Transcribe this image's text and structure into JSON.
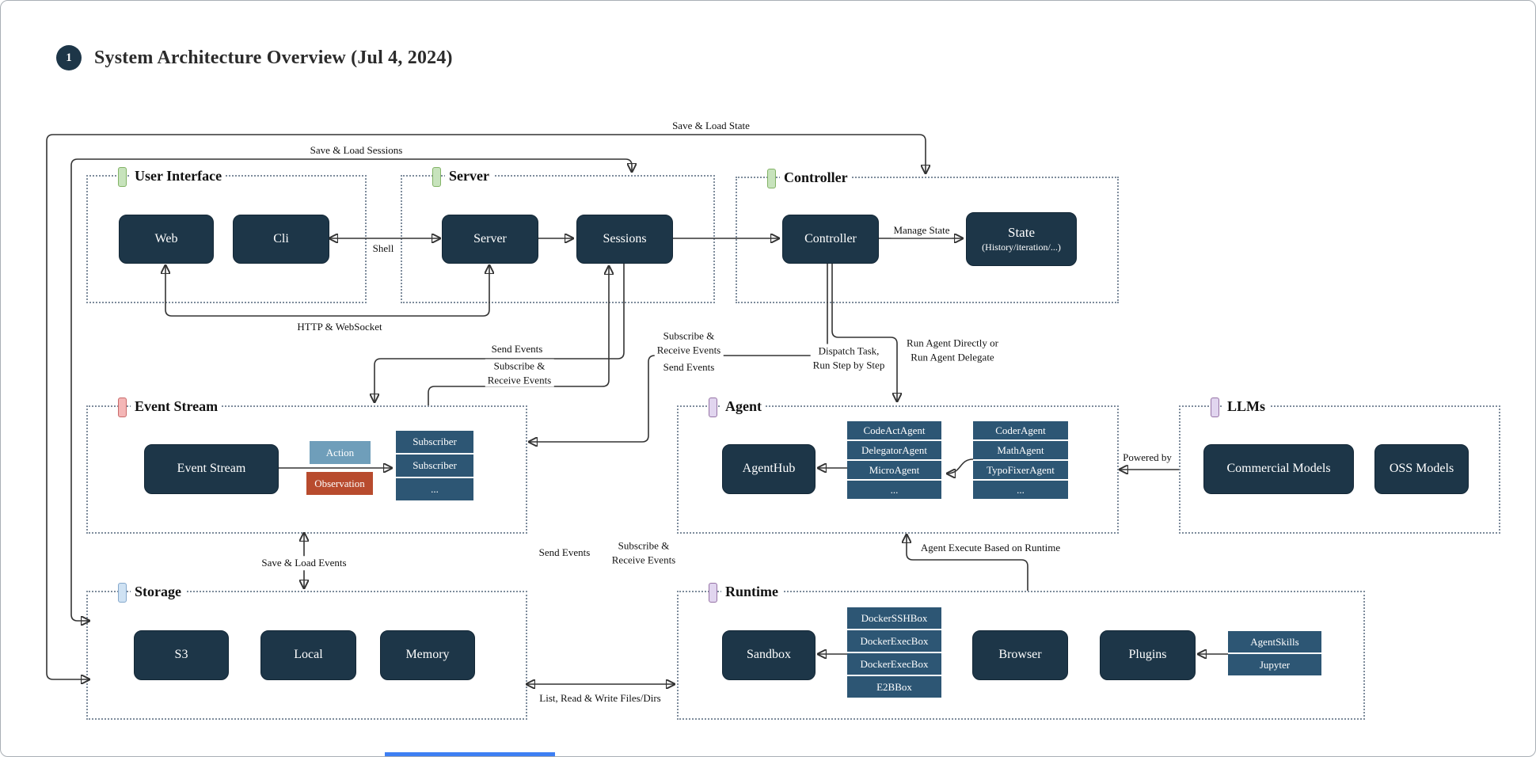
{
  "header": {
    "badge": "1",
    "title": "System Architecture Overview (Jul 4, 2024)"
  },
  "groups": {
    "ui": {
      "label": "User Interface",
      "bar_fill": "#c7e3bc",
      "bar_border": "#82b366"
    },
    "server": {
      "label": "Server",
      "bar_fill": "#c7e3bc",
      "bar_border": "#82b366"
    },
    "controller": {
      "label": "Controller",
      "bar_fill": "#c7e3bc",
      "bar_border": "#82b366"
    },
    "event_stream": {
      "label": "Event Stream",
      "bar_fill": "#f4b6b6",
      "bar_border": "#c96a6a"
    },
    "agent": {
      "label": "Agent",
      "bar_fill": "#e1d5ef",
      "bar_border": "#9673a6"
    },
    "llms": {
      "label": "LLMs",
      "bar_fill": "#e1d5ef",
      "bar_border": "#9673a6"
    },
    "storage": {
      "label": "Storage",
      "bar_fill": "#cfe2f3",
      "bar_border": "#85a8cc"
    },
    "runtime": {
      "label": "Runtime",
      "bar_fill": "#e1d5ef",
      "bar_border": "#9673a6"
    }
  },
  "nodes": {
    "web": "Web",
    "cli": "Cli",
    "server": "Server",
    "sessions": "Sessions",
    "controller": "Controller",
    "state": {
      "title": "State",
      "subtitle": "(History/iteration/...)"
    },
    "event_stream": "Event Stream",
    "action": "Action",
    "observation": "Observation",
    "agenthub": "AgentHub",
    "commercial_models": "Commercial Models",
    "oss_models": "OSS Models",
    "s3": "S3",
    "local": "Local",
    "memory": "Memory",
    "sandbox": "Sandbox",
    "browser": "Browser",
    "plugins": "Plugins"
  },
  "stacks": {
    "subscribers": {
      "rows": [
        "Subscriber",
        "Subscriber",
        "..."
      ]
    },
    "agents_core": {
      "rows": [
        "CodeActAgent",
        "DelegatorAgent",
        "MicroAgent",
        "..."
      ]
    },
    "agents_special": {
      "rows": [
        "CoderAgent",
        "MathAgent",
        "TypoFixerAgent",
        "..."
      ]
    },
    "sandboxes": {
      "rows": [
        "DockerSSHBox",
        "DockerExecBox",
        "DockerExecBox",
        "E2BBox"
      ]
    },
    "plugin_list": {
      "rows": [
        "AgentSkills",
        "Jupyter"
      ]
    }
  },
  "edge_labels": {
    "save_load_state": "Save & Load State",
    "save_load_sessions": "Save & Load Sessions",
    "shell": "Shell",
    "http_websocket": "HTTP & WebSocket",
    "manage_state": "Manage State",
    "send_events_left": "Send Events",
    "subscribe_receive_left": "Subscribe &\nReceive Events",
    "subscribe_receive_mid": "Subscribe &\nReceive Events",
    "send_events_mid": "Send Events",
    "dispatch_task": "Dispatch Task,\nRun Step by Step",
    "run_agent": "Run Agent Directly or\nRun Agent Delegate",
    "powered_by": "Powered by",
    "agent_execute": "Agent Execute Based on Runtime",
    "save_load_events": "Save & Load Events",
    "send_events_bottom": "Send Events",
    "subscribe_receive_bottom": "Subscribe &\nReceive Events",
    "list_read_write": "List, Read & Write Files/Dirs"
  },
  "colors": {
    "node_bg": "#1d3648",
    "stack_row_bg": "#2d5674",
    "action_bg": "#6f9eba",
    "observation_bg": "#b84b2e",
    "edge": "#333333",
    "accent_bar": "#3d7ff3"
  }
}
